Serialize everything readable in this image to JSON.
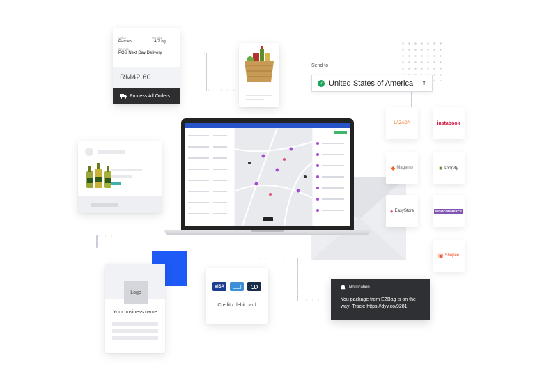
{
  "shipping": {
    "parcels_label": "Value",
    "parcels_value": "Parcels",
    "weight_label": "Weight",
    "weight_value": "14.2 kg",
    "service_label": "Service",
    "service_value": "POS Next Day Delivery",
    "price": "RM42.60",
    "process_button": "Process All Orders"
  },
  "send_to": {
    "label": "Send to",
    "value": "United States of America"
  },
  "marketplaces": {
    "lazada": "LAZADA",
    "instabook": "instabook",
    "magento": "Magento",
    "shopify": "shopify",
    "easystore": "EasyStore",
    "woocommerce": "WOOCOMMERCE",
    "shopee": "Shopee"
  },
  "business": {
    "logo": "Logo",
    "name": "Your business name"
  },
  "payment": {
    "label": "Credit / debit card",
    "visa": "VISA"
  },
  "notification": {
    "title": "Notification",
    "message": "You package from EZBag is on the way! Track: https://dyv.co/9281"
  },
  "colors": {
    "blue_accent": "#1e5af5",
    "dark_button": "#2e2e30",
    "notification_bg": "#2f3033",
    "shopee": "#f1582c",
    "shopify": "#5e8e3e",
    "magento": "#f26322",
    "easystore": "#e84b8a",
    "woocommerce": "#7f54b3",
    "instabook": "#d0103a"
  }
}
